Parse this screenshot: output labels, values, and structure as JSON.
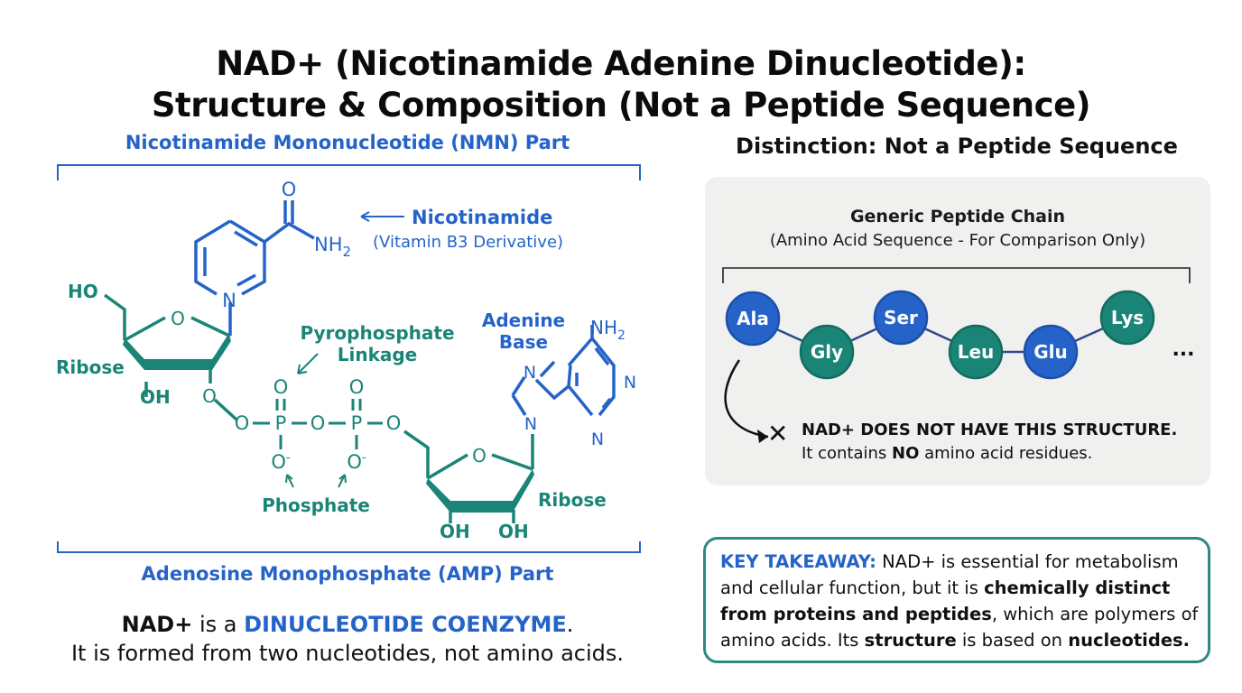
{
  "title": {
    "line1": "NAD+ (Nicotinamide Adenine Dinucleotide):",
    "line2": "Structure & Composition (Not a Peptide Sequence)"
  },
  "colors": {
    "blue": "#2563c9",
    "teal": "#1a8577",
    "box_bg": "#f0f0ef",
    "takeaway_border": "#2a8a80",
    "text": "#111111"
  },
  "structure": {
    "nmn_label": "Nicotinamide Mononucleotide (NMN) Part",
    "amp_label": "Adenosine Monophosphate (AMP) Part",
    "atoms": {
      "O": "O",
      "N": "N",
      "P": "P",
      "NH2": "NH",
      "sub2": "2",
      "HO": "HO",
      "OH": "OH",
      "Ominus": "O",
      "minus": "-"
    },
    "annotations": {
      "nicotinamide": "Nicotinamide",
      "nicotinamide_sub": "(Vitamin B3 Derivative)",
      "ribose_left": "Ribose",
      "ribose_right": "Ribose",
      "pyrophosphate_1": "Pyrophosphate",
      "pyrophosphate_2": "Linkage",
      "phosphate": "Phosphate",
      "adenine_1": "Adenine",
      "adenine_2": "Base"
    }
  },
  "summary": {
    "bold_start": "NAD+",
    "mid": " is a ",
    "highlight": "DINUCLEOTIDE COENZYME",
    "end": ".",
    "line2": "It is formed from two nucleotides, not amino acids."
  },
  "distinction": {
    "title": "Distinction: Not a Peptide Sequence",
    "chain_title": "Generic Peptide Chain",
    "chain_subtitle": "(Amino Acid Sequence - For Comparison Only)",
    "residues": [
      {
        "label": "Ala",
        "color": "blue"
      },
      {
        "label": "Gly",
        "color": "teal"
      },
      {
        "label": "Ser",
        "color": "blue"
      },
      {
        "label": "Leu",
        "color": "teal"
      },
      {
        "label": "Glu",
        "color": "blue"
      },
      {
        "label": "Lys",
        "color": "teal"
      }
    ],
    "ellipsis": "...",
    "x_mark": "✕",
    "not_line1": "NAD+ DOES NOT HAVE THIS STRUCTURE.",
    "not_line2_pre": "It contains ",
    "not_line2_bold": "NO",
    "not_line2_post": " amino acid residues."
  },
  "takeaway": {
    "label": "KEY TAKEAWAY:",
    "t1": " NAD+ is essential for metabolism and cellular function, but it is ",
    "b1": "chemically distinct from proteins and peptides",
    "t2": ", which are polymers of amino acids. Its ",
    "b2": "structure",
    "t3": " is based on ",
    "b3": "nucleotides."
  }
}
